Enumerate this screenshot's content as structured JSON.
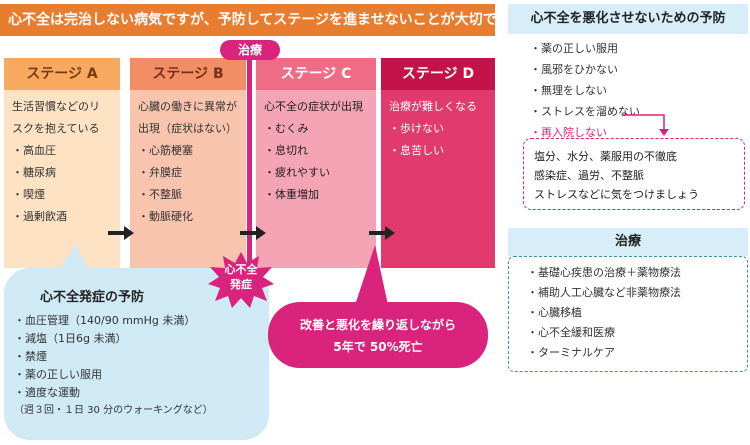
{
  "banner": "心不全は完治しない病気ですが、予防してステージを進ませないことが大切です",
  "treatment_label": "治療",
  "stages": [
    {
      "name": "ステージ A",
      "items": [
        "生活習慣などのリ",
        "スクを抱えている",
        "・高血圧",
        "・糖尿病",
        "・喫煙",
        "・過剰飲酒"
      ]
    },
    {
      "name": "ステージ B",
      "items": [
        "心臓の働きに異常が",
        "出現（症状はない）",
        "・心筋梗塞",
        "・弁膜症",
        "・不整脈",
        "・動脈硬化"
      ]
    },
    {
      "name": "ステージ C",
      "items": [
        "心不全の症状が出現",
        "・むくみ",
        "・息切れ",
        "・疲れやすい",
        "・体重増加"
      ]
    },
    {
      "name": "ステージ D",
      "items": [
        "治療が難しくなる",
        "・歩けない",
        "・息苦しい"
      ]
    }
  ],
  "burst": {
    "line1": "心不全",
    "line2": "発症"
  },
  "prevention": {
    "title": "心不全発症の予防",
    "items": [
      "・血圧管理（140/90 mmHg 未満）",
      "・減塩（1日6g 未満）",
      "・禁煙",
      "・薬の正しい服用",
      "・適度な運動"
    ],
    "note": "（週３回・１日 30 分のウォーキングなど）"
  },
  "pink_bubble": {
    "line1": "改善と悪化を繰り返しながら",
    "line2": "5年で 50%死亡"
  },
  "right_prevention": {
    "title": "心不全を悪化させないための予防",
    "items": [
      "・薬の正しい服用",
      "・風邪をひかない",
      "・無理をしない",
      "・ストレスを溜めない"
    ],
    "readmission": "・再入院しない",
    "box": [
      "塩分、水分、薬服用の不徹底",
      "感染症、過労、不整脈",
      "ストレスなどに気をつけましょう"
    ]
  },
  "right_treatment": {
    "title": "治療",
    "items": [
      "・基礎心疾患の治療＋薬物療法",
      "・補助人工心臓など非薬物療法",
      "・心臓移植",
      "・心不全緩和医療",
      "・ターミナルケア"
    ]
  },
  "colors": {
    "banner": "#e97d2f",
    "stage_a": "#f8a960",
    "stage_b": "#f28e66",
    "stage_c": "#ef6c86",
    "stage_d": "#c4134b",
    "treatment": "#d9237d",
    "prevention_bg": "#cfe9f5"
  }
}
